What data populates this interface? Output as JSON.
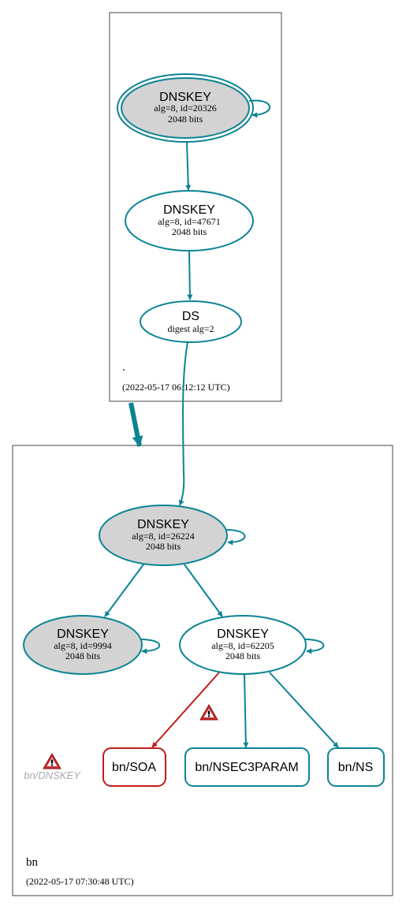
{
  "colors": {
    "edge": "#0a8495",
    "error": "#c21b1b",
    "key_fill": "#d3d3d3",
    "box_border": "#444444",
    "ghost_text": "#aaaaaa"
  },
  "zones": {
    "root": {
      "name": ".",
      "timestamp": "(2022-05-17 06:12:12 UTC)"
    },
    "bn": {
      "name": "bn",
      "timestamp": "(2022-05-17 07:30:48 UTC)"
    }
  },
  "nodes": {
    "root_ksk": {
      "type": "DNSKEY",
      "params": "alg=8, id=20326",
      "bits": "2048 bits"
    },
    "root_zsk": {
      "type": "DNSKEY",
      "params": "alg=8, id=47671",
      "bits": "2048 bits"
    },
    "root_ds": {
      "type": "DS",
      "params": "digest alg=2"
    },
    "bn_ksk": {
      "type": "DNSKEY",
      "params": "alg=8, id=26224",
      "bits": "2048 bits"
    },
    "bn_key_9994": {
      "type": "DNSKEY",
      "params": "alg=8, id=9994",
      "bits": "2048 bits"
    },
    "bn_zsk": {
      "type": "DNSKEY",
      "params": "alg=8, id=62205",
      "bits": "2048 bits"
    }
  },
  "records": {
    "soa": "bn/SOA",
    "nsec3param": "bn/NSEC3PARAM",
    "ns": "bn/NS",
    "dnskey_missing": "bn/DNSKEY"
  },
  "icons": {
    "warning": "warning-triangle-icon"
  }
}
